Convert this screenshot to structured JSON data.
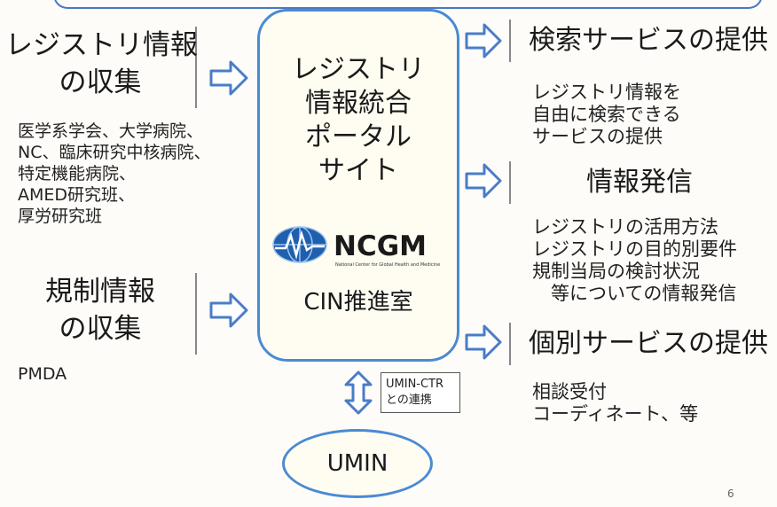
{
  "left": {
    "registry_title": [
      "レジストリ情報",
      "の収集"
    ],
    "registry_sources": [
      "医学系学会、大学病院、",
      "NC、臨床研究中核病院、",
      "特定機能病院、",
      "AMED研究班、",
      "厚労研究班"
    ],
    "regulatory_title": [
      "規制情報",
      "の収集"
    ],
    "regulatory_source": "PMDA"
  },
  "portal": {
    "title_lines": [
      "レジストリ",
      "情報統合",
      "ポータル",
      "サイト"
    ],
    "logo_text": "NCGM",
    "logo_subtext": "National Center for Global Health and Medicine",
    "office": "CIN推進室"
  },
  "right": {
    "search_title": "検索サービスの提供",
    "search_lines": [
      "レジストリ情報を",
      "自由に検索できる",
      "サービスの提供"
    ],
    "info_title": "情報発信",
    "info_lines": [
      "レジストリの活用方法",
      "レジストリの目的別要件",
      "規制当局の検討状況",
      "　等についての情報発信"
    ],
    "individual_title": "個別サービスの提供",
    "individual_lines": [
      "相談受付",
      "コーディネート、等"
    ]
  },
  "umin": {
    "note_lines": [
      "UMIN-CTR",
      "との連携"
    ],
    "label": "UMIN"
  },
  "page_number": "6",
  "colors": {
    "accent_blue": "#4a8ad4",
    "arrow_fill": "#ffffff",
    "arrow_stroke": "#4a7cc8"
  }
}
